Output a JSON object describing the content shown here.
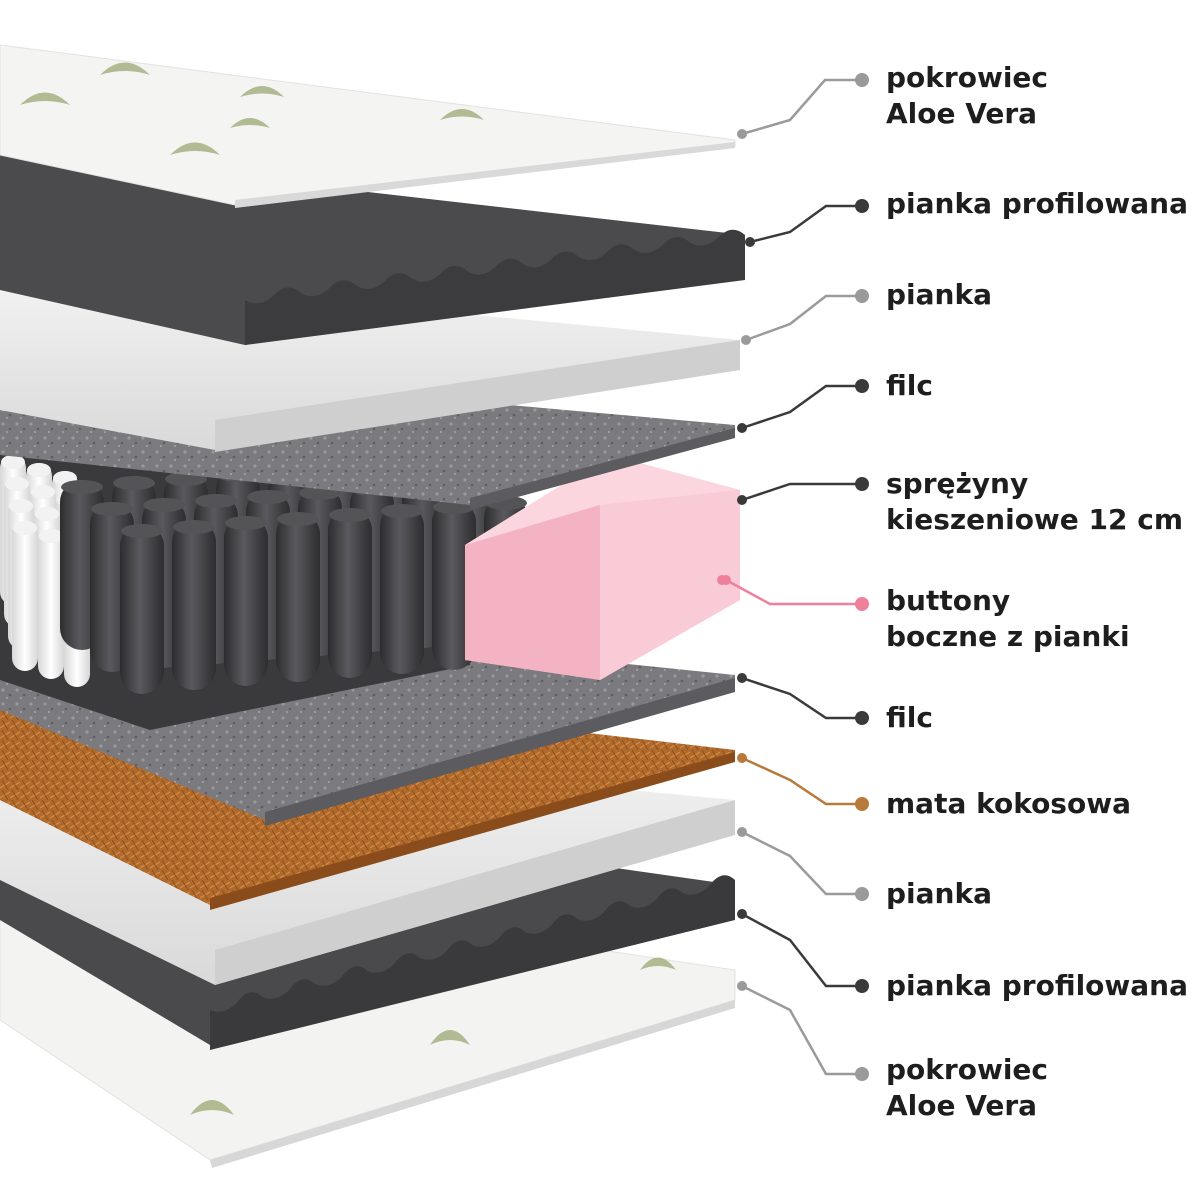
{
  "labels": [
    {
      "id": "cover-top",
      "lines": [
        "pokrowiec",
        "Aloe Vera"
      ],
      "color": "#9a9a9a"
    },
    {
      "id": "profiled-foam-top",
      "lines": [
        "pianka profilowana"
      ],
      "color": "#3a3a3a"
    },
    {
      "id": "foam-top",
      "lines": [
        "pianka"
      ],
      "color": "#9a9a9a"
    },
    {
      "id": "felt-top",
      "lines": [
        "filc"
      ],
      "color": "#3a3a3a"
    },
    {
      "id": "pocket-springs",
      "lines": [
        "sprężyny",
        "kieszeniowe 12 cm"
      ],
      "color": "#3a3a3a"
    },
    {
      "id": "side-foam-buttons",
      "lines": [
        "buttony",
        "boczne z pianki"
      ],
      "color": "#f07f9c"
    },
    {
      "id": "felt-bottom",
      "lines": [
        "filc"
      ],
      "color": "#3a3a3a"
    },
    {
      "id": "coconut-mat",
      "lines": [
        "mata kokosowa"
      ],
      "color": "#b87a3a"
    },
    {
      "id": "foam-bottom",
      "lines": [
        "pianka"
      ],
      "color": "#9a9a9a"
    },
    {
      "id": "profiled-foam-bottom",
      "lines": [
        "pianka profilowana"
      ],
      "color": "#3a3a3a"
    },
    {
      "id": "cover-bottom",
      "lines": [
        "pokrowiec",
        "Aloe Vera"
      ],
      "color": "#9a9a9a"
    }
  ]
}
